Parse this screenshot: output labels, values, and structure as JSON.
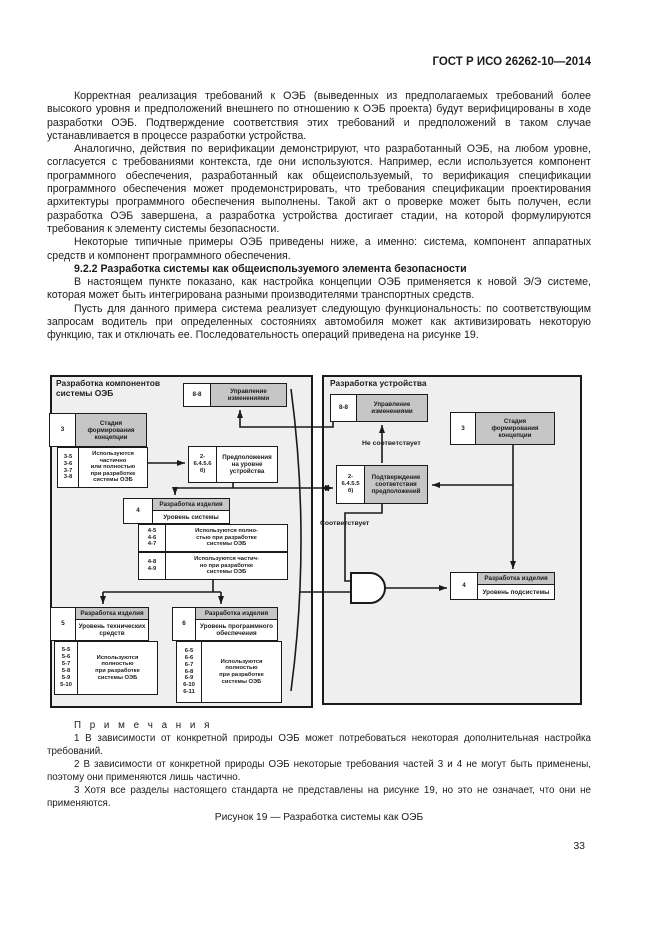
{
  "page": {
    "header": "ГОСТ Р ИСО 26262-10—2014",
    "page_number": "33",
    "figure_caption": "Рисунок 19 — Разработка системы как ОЭБ"
  },
  "content": {
    "p1": "Корректная реализация требований к ОЭБ (выведенных из предполагаемых требований более высокого уровня и предположений внешнего по отношению к ОЭБ проекта) будут верифицированы в ходе разработки ОЭБ. Подтверждение соответствия этих требований и предположений в таком случае устанавливается в процессе разработки устройства.",
    "p2": "Аналогично, действия по верификации демонстрируют, что разработанный ОЭБ, на любом уровне, согласуется с требованиями контекста, где они используются. Например, если используется компонент программного обеспечения, разработанный как общеиспользуемый, то верификация спецификации программного обеспечения может продемонстрировать, что требования спецификации проектирования архитектуры программного обеспечения выполнены. Такой акт о проверке может быть получен, если разработка ОЭБ завершена, а разработка устройства достигает стадии, на которой формулируются требования к элементу системы безопасности.",
    "p3": "Некоторые типичные примеры ОЭБ приведены ниже, а именно: система, компонент аппаратных средств и компонент программного обеспечения.",
    "heading": "9.2.2 Разработка системы как общеиспользуемого элемента безопасности",
    "p4": "В настоящем пункте показано, как настройка концепции ОЭБ применяется к новой Э/Э системе, которая может быть интегрирована разными производителями транспортных средств.",
    "p5": "Пусть для данного примера система реализует следующую функциональность: по соответствующим запросам водитель при определенных состояниях автомобиля может как активизировать некоторую функцию, так и отключать ее. Последовательность операций приведена на рисунке 19."
  },
  "notes": {
    "title": "П р и м е ч а н и я",
    "n1": "1 В зависимости от конкретной природы ОЭБ может потребоваться некоторая дополнительная настройка требований.",
    "n2": "2 В зависимости от конкретной природы ОЭБ некоторые требования частей 3 и 4 не могут быть применены, поэтому они применяются лишь частично.",
    "n3": "3 Хотя все разделы настоящего стандарта не представлены на рисунке 19, но это не означает, что они не применяются."
  },
  "diagram": {
    "left_panel": {
      "title": "Разработка компонентов\nсистемы ОЭБ",
      "change_mgmt": {
        "num": "8-8",
        "label": "Управление\nизменениями"
      },
      "concept": {
        "num": "3",
        "label": "Стадия\nформирования\nконцепции"
      },
      "concept_usage": {
        "num": "3-5\n3-6\n3-7\n3-8",
        "label": "Используются\nчастично\nили полностью\nпри разработке\nсистемы ОЭБ"
      },
      "assumptions": {
        "num": "2-\n6.4.5.6\nб)",
        "label": "Предположения\nна уровне\nустройства"
      },
      "system": {
        "num": "4",
        "header": "Разработка изделия",
        "level": "Уровень системы"
      },
      "system_full": {
        "num": "4-5\n4-6\n4-7",
        "label": "Используются полно-\nстью при разработке\nсистемы ОЭБ"
      },
      "system_partial": {
        "num": "4-8\n4-9",
        "label": "Используются частич-\nно при разработке\nсистемы ОЭБ"
      },
      "hardware": {
        "num": "5",
        "header": "Разработка изделия",
        "level": "Уровень технических\nсредств"
      },
      "hardware_full": {
        "num": "5-5\n5-6\n5-7\n5-8\n5-9\n5-10",
        "label": "Используются\nполностью\nпри разработке\nсистемы ОЭБ"
      },
      "software": {
        "num": "6",
        "header": "Разработка изделия",
        "level": "Уровень программного\nобеспечения"
      },
      "software_full": {
        "num": "6-5\n6-6\n6-7\n6-8\n6-9\n6-10\n6-11",
        "label": "Используются\nполностью\nпри разработке\nсистемы ОЭБ"
      }
    },
    "right_panel": {
      "title": "Разработка устройства",
      "change_mgmt": {
        "num": "8-8",
        "label": "Управление\nизменениями"
      },
      "concept": {
        "num": "3",
        "label": "Стадия\nформирования\nконцепции"
      },
      "confirmation": {
        "num": "2-\n6.4.5.5\nб)",
        "label": "Подтверждение\nсоответствия\nпредположений"
      },
      "subsystem": {
        "num": "4",
        "header": "Разработка изделия",
        "level": "Уровень подсистемы"
      },
      "not_comply_label": "Не соответствует",
      "comply_label": "Соответствует"
    }
  }
}
